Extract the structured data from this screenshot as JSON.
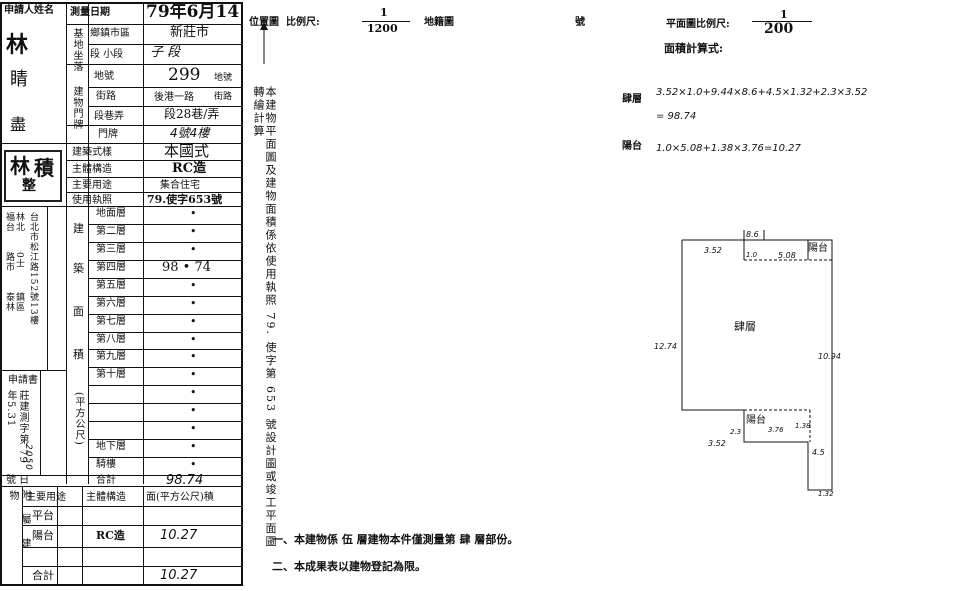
{
  "left_table": {
    "applicant_label": "申請人姓名",
    "applicant_name": "林",
    "applicant_extra": [
      "睛",
      "盡"
    ],
    "survey_date_label": "測量日期",
    "survey_date": "79年6月14",
    "location_label": "基地坐落",
    "township_label": "鄉鎮市區",
    "township_value": "新莊市",
    "section_label": "段 小段",
    "section_value": "子 段",
    "lot_label": "地號",
    "lot_value": "299",
    "lot_suffix": "地號",
    "building_label": "建物門牌",
    "street_label": "街路",
    "street_value": "後港一路",
    "street_suffix": "街路",
    "lane_label": "段巷弄",
    "lane_value": "段28巷/弄",
    "number_label": "門牌",
    "number_value": "4號4樓",
    "style_label": "建築式樣",
    "style_value": "本國式",
    "structure_label": "主體構造",
    "structure_value": "RC造",
    "use_label": "主要用途",
    "use_value": "集合住宅",
    "permit_label": "使用執照",
    "permit_value": "79.使字653號",
    "owner_addr": [
      "福台",
      "林北",
      "路市",
      "0士",
      "泰林",
      "鎮區"
    ],
    "owner_addr2": [
      "台北市松江路152號13樓"
    ],
    "floor_area_label": [
      "建",
      "築",
      "面",
      "積",
      "(平方公尺)"
    ],
    "floors": [
      {
        "label": "地面層",
        "value": "•"
      },
      {
        "label": "第二層",
        "value": "•"
      },
      {
        "label": "第三層",
        "value": "•"
      },
      {
        "label": "第四層",
        "value": "98 • 74"
      },
      {
        "label": "第五層",
        "value": "•"
      },
      {
        "label": "第六層",
        "value": "•"
      },
      {
        "label": "第七層",
        "value": "•"
      },
      {
        "label": "第八層",
        "value": "•"
      },
      {
        "label": "第九層",
        "value": "•"
      },
      {
        "label": "第十層",
        "value": "•"
      },
      {
        "label": "",
        "value": "•"
      },
      {
        "label": "",
        "value": "•"
      },
      {
        "label": "",
        "value": "•"
      },
      {
        "label": "地下層",
        "value": "•"
      },
      {
        "label": "騎樓",
        "value": "•"
      }
    ],
    "application_label": "申請書",
    "application_text": "莊建測字第 79年5.31",
    "application_num": "2050",
    "total_label": "合計",
    "total_value": "98.74",
    "number_label2": "號 日",
    "attached_label": "附屬建物",
    "attached_headers": [
      "主要用途",
      "主體構造",
      "面(平方公尺)積"
    ],
    "attached_rows": [
      {
        "use": "平台",
        "structure": "",
        "area": ""
      },
      {
        "use": "陽台",
        "structure": "RC造",
        "area": "10.27"
      },
      {
        "use": "",
        "structure": "",
        "area": ""
      },
      {
        "use": "合計",
        "structure": "",
        "area": "10.27"
      }
    ],
    "stamp_text": [
      "林",
      "積",
      "整"
    ]
  },
  "location_map": {
    "label": "位置圖",
    "scale_label": "比例尺:",
    "scale_num": "1",
    "scale_den": "1200",
    "land_map_label": "地籍圖",
    "number_label": "號"
  },
  "vertical_note": "本建物平面圖及建物面積係依使用執照 79. 使字第 653 號設計圖或竣工平面圖轉繪計算",
  "plan": {
    "scale_label": "平面圖比例尺:",
    "scale_num": "1",
    "scale_den": "200",
    "area_calc_label": "面積計算式:",
    "floor4_label": "肆層",
    "floor4_formula": "3.52×1.0+9.44×8.6+4.5×1.32+2.3×3.52",
    "floor4_result": "= 98.74",
    "balcony_label": "陽台",
    "balcony_formula": "1.0×5.08+1.38×3.76=10.27",
    "room_main": "肆層",
    "room_balcony_top": "陽台",
    "room_balcony_bottom": "陽台",
    "dims": {
      "d86": "8.6",
      "d352a": "3.52",
      "d10": "1.0",
      "d508": "5.08",
      "d1274": "12.74",
      "d1094": "10.94",
      "d23": "2.3",
      "d376": "3.76",
      "d138": "1.38",
      "d352b": "3.52",
      "d45": "4.5",
      "d132": "1.32"
    }
  },
  "notes": [
    "一、本建物係 伍 層建物本件僅測量第 肆 層部份。",
    "二、本成果表以建物登記為限。"
  ]
}
